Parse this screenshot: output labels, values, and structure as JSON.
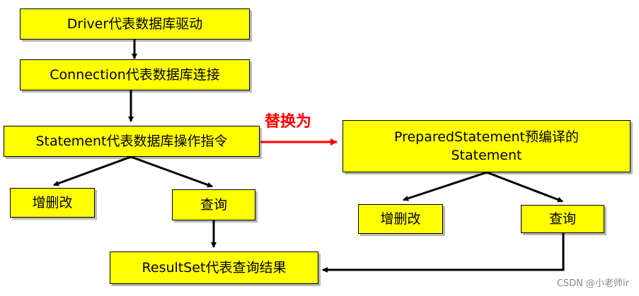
{
  "nodes": {
    "driver": "Driver代表数据库驱动",
    "connection": "Connection代表数据库连接",
    "statement": "Statement代表数据库操作指令",
    "add_delete_modify": "增删改",
    "query": "查询",
    "resultset": "ResultSet代表查询结果",
    "prepared_statement": "PreparedStatement预编译的\nStatement",
    "ps_add_delete_modify": "增删改",
    "ps_query": "查询"
  },
  "replace_label": "替换为",
  "watermark": "CSDN @小老师ir",
  "colors": {
    "box_fill": "#ffff00",
    "box_border": "#000000",
    "arrow": "#000000",
    "replace_arrow": "#ff0000"
  }
}
